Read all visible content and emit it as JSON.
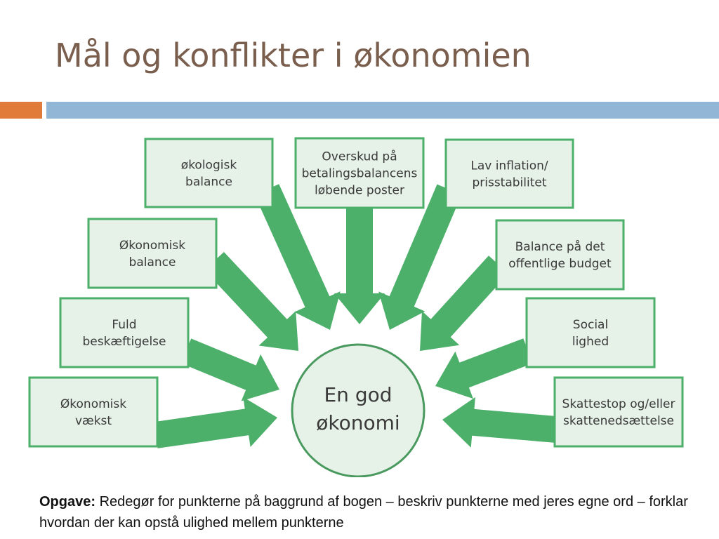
{
  "slide": {
    "title": "Mål og konflikter i økonomien"
  },
  "diagram": {
    "center": [
      "En god",
      "økonomi"
    ],
    "goals": [
      {
        "id": "okologisk",
        "lines": [
          "økologisk",
          "balance"
        ]
      },
      {
        "id": "overskud",
        "lines": [
          "Overskud på",
          "betalingsbalancens",
          "løbende poster"
        ]
      },
      {
        "id": "inflation",
        "lines": [
          "Lav inflation/",
          "prisstabilitet"
        ]
      },
      {
        "id": "okonomisk-balance",
        "lines": [
          "Økonomisk",
          "balance"
        ]
      },
      {
        "id": "offentlige-budget",
        "lines": [
          "Balance på det",
          "offentlige budget"
        ]
      },
      {
        "id": "fuld",
        "lines": [
          "Fuld",
          "beskæftigelse"
        ]
      },
      {
        "id": "social",
        "lines": [
          "Social",
          "lighed"
        ]
      },
      {
        "id": "vaekst",
        "lines": [
          "Økonomisk",
          "vækst"
        ]
      },
      {
        "id": "skattestop",
        "lines": [
          "Skattestop og/eller",
          "skattenedsættelse"
        ]
      }
    ],
    "colors": {
      "arrow": "#4caf6a",
      "box_fill": "#e6f2e8",
      "box_stroke": "#4caf6a"
    }
  },
  "task": {
    "label": "Opgave:",
    "text": " Redegør for punkterne på baggrund af  bogen – beskriv punkterne med jeres egne ord – forklar hvordan der kan opstå ulighed mellem punkterne"
  }
}
